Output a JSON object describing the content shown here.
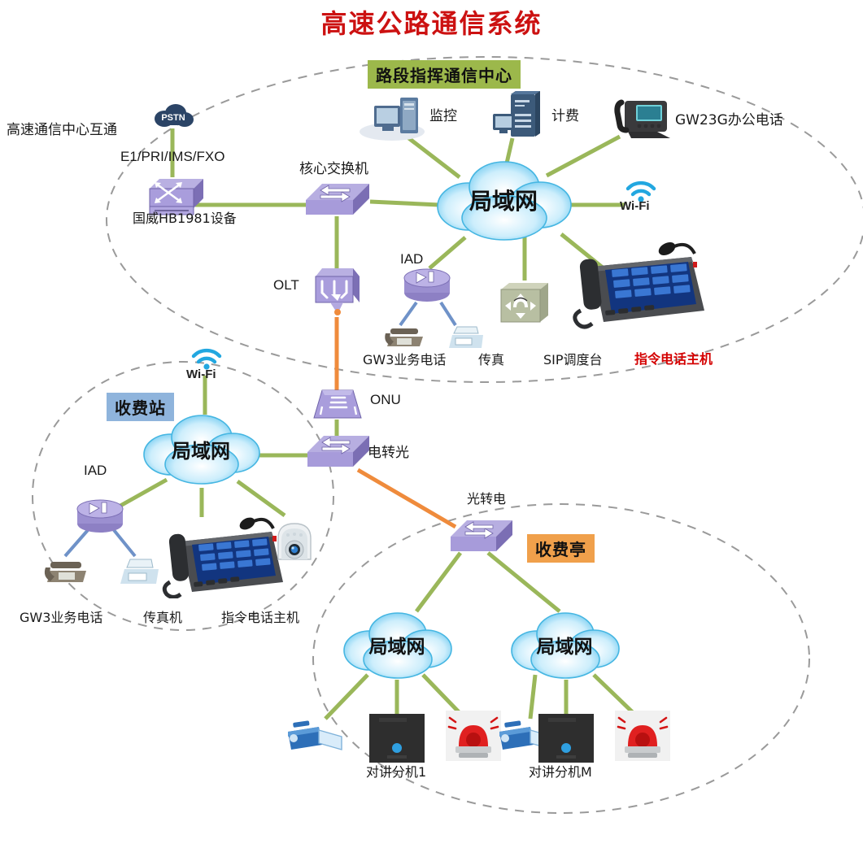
{
  "title": "高速公路通信系统",
  "zones": {
    "center": {
      "banner": "路段指挥通信中心"
    },
    "toll_station": {
      "banner": "收费站"
    },
    "toll_booth": {
      "banner": "收费亭"
    }
  },
  "center": {
    "interconnect_label": "高速通信中心互通",
    "pstn_label": "PSTN",
    "trunk_label": "E1/PRI/IMS/FXO",
    "gateway_label": "国威HB1981设备",
    "core_switch_label": "核心交换机",
    "monitor_label": "监控",
    "billing_label": "计费",
    "office_phone_label": "GW23G办公电话",
    "lan_label": "局域网",
    "wifi_label": "Wi-Fi",
    "olt_label": "OLT",
    "iad_label": "IAD",
    "gw3_phone_label": "GW3业务电话",
    "fax_label": "传真",
    "sip_console_label": "SIP调度台",
    "command_phone_label": "指令电话主机"
  },
  "link": {
    "onu_label": "ONU",
    "e2o_label": "电转光",
    "o2e_label": "光转电"
  },
  "toll_station": {
    "wifi_label": "Wi-Fi",
    "lan_label": "局域网",
    "iad_label": "IAD",
    "gw3_phone_label": "GW3业务电话",
    "fax_label": "传真机",
    "command_phone_label": "指令电话主机"
  },
  "toll_booth": {
    "lan_label_1": "局域网",
    "lan_label_2": "局域网",
    "intercom_1_label": "对讲分机1",
    "intercom_m_label": "对讲分机M"
  },
  "colors": {
    "title": "#cc1111",
    "banner_center": "#9cb84b",
    "banner_station": "#8fb4dc",
    "banner_booth": "#f0a04b",
    "link_lan": "#9ab75a",
    "link_fiber": "#ef8b3c",
    "link_voice": "#6f92c8",
    "zone_border": "#9a9a9a",
    "device_purple": "#9b8fd0",
    "cloud_blue": "#7fd4f5",
    "alarm_red": "#e02020"
  }
}
